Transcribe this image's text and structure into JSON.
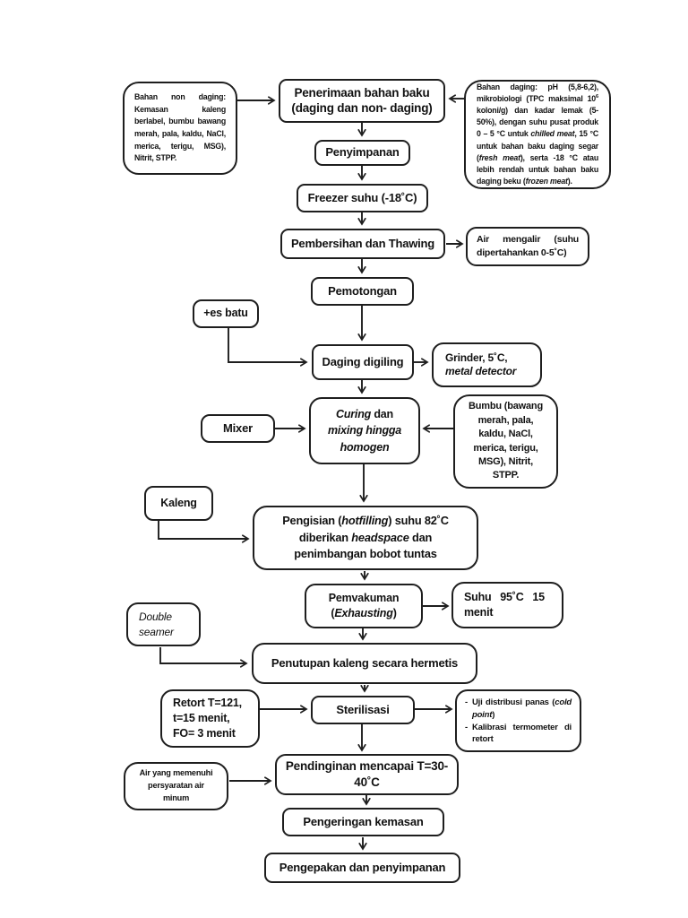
{
  "page": {
    "background": "#ffffff",
    "line_color": "#1e1e1e"
  },
  "nodes": {
    "bahan_non_daging": {
      "text": "Bahan non daging: Kemasan kaleng berlabel, bumbu bawang merah, pala, kaldu, NaCl, merica, terigu, MSG), Nitrit, STPP."
    },
    "penerimaan": {
      "lines": [
        "Penerimaan bahan baku",
        "(daging dan non- daging)"
      ]
    },
    "bahan_daging": {
      "segs": [
        {
          "t": "Bahan daging: pH (5,8-6,2), mikrobiologi (TPC maksimal 10"
        },
        {
          "t": "6",
          "sup": true
        },
        {
          "t": " koloni/g) dan kadar lemak (5-50%), dengan suhu pusat produk 0 – 5 °C untuk "
        },
        {
          "t": "chilled meat",
          "i": true
        },
        {
          "t": ", 15 °C untuk bahan baku daging segar ("
        },
        {
          "t": "fresh meat",
          "i": true
        },
        {
          "t": "), serta -18 °C atau lebih rendah untuk bahan baku daging beku ("
        },
        {
          "t": "frozen meat",
          "i": true
        },
        {
          "t": ")."
        }
      ]
    },
    "penyimpanan": {
      "label": "Penyimpanan"
    },
    "freezer": {
      "label": "Freezer suhu (-18˚C)"
    },
    "pembersihan": {
      "label": "Pembersihan dan Thawing"
    },
    "air_mengalir": {
      "text": "Air mengalir (suhu dipertahankan 0-5˚C)"
    },
    "pemotongan": {
      "label": "Pemotongan"
    },
    "es_batu": {
      "label": "+es batu"
    },
    "daging_digiling": {
      "label": "Daging digiling"
    },
    "grinder": {
      "lines": [
        [
          {
            "t": "Grinder, 5˚C,"
          }
        ],
        [
          {
            "t": "metal detector",
            "i": true
          }
        ]
      ]
    },
    "mixer": {
      "label": "Mixer"
    },
    "curing": {
      "lines": [
        [
          {
            "t": "Curing",
            "i": true
          },
          {
            "t": " dan"
          }
        ],
        [
          {
            "t": "mixing hingga",
            "i": true
          }
        ],
        [
          {
            "t": "homogen",
            "i": true
          }
        ]
      ]
    },
    "bumbu": {
      "text": "Bumbu (bawang merah, pala, kaldu, NaCl, merica, terigu, MSG), Nitrit, STPP."
    },
    "kaleng": {
      "label": "Kaleng"
    },
    "pengisian": {
      "lines": [
        [
          {
            "t": "Pengisian ("
          },
          {
            "t": "hotfilling",
            "i": true
          },
          {
            "t": ") suhu 82˚C"
          }
        ],
        [
          {
            "t": "diberikan "
          },
          {
            "t": "headspace",
            "i": true
          },
          {
            "t": " dan"
          }
        ],
        [
          {
            "t": "penimbangan bobot tuntas"
          }
        ]
      ]
    },
    "pemvakuman": {
      "lines": [
        [
          {
            "t": "Pemvakuman"
          }
        ],
        [
          {
            "t": "("
          },
          {
            "t": "Exhausting",
            "i": true
          },
          {
            "t": ")"
          }
        ]
      ]
    },
    "suhu95": {
      "lines": [
        "Suhu   95˚C   15",
        "menit"
      ]
    },
    "double_seamer": {
      "lines": [
        "Double",
        "seamer"
      ]
    },
    "penutupan": {
      "label": "Penutupan kaleng secara hermetis"
    },
    "retort": {
      "lines": [
        "Retort T=121,",
        "t=15 menit,",
        "FO= 3 menit"
      ]
    },
    "sterilisasi": {
      "label": "Sterilisasi"
    },
    "uji": {
      "items": [
        {
          "dash": "-",
          "segs": [
            {
              "t": "Uji distribusi panas ("
            },
            {
              "t": "cold point",
              "i": true
            },
            {
              "t": ")"
            }
          ]
        },
        {
          "dash": "-",
          "segs": [
            {
              "t": "Kalibrasi termometer di retort"
            }
          ]
        }
      ]
    },
    "air_minum": {
      "text": "Air yang memenuhi persyaratan air minum"
    },
    "pendinginan": {
      "lines": [
        "Pendinginan mencapai T=30-",
        "40˚C"
      ]
    },
    "pengeringan": {
      "label": "Pengeringan kemasan"
    },
    "pengepakan": {
      "label": "Pengepakan dan penyimpanan"
    }
  }
}
